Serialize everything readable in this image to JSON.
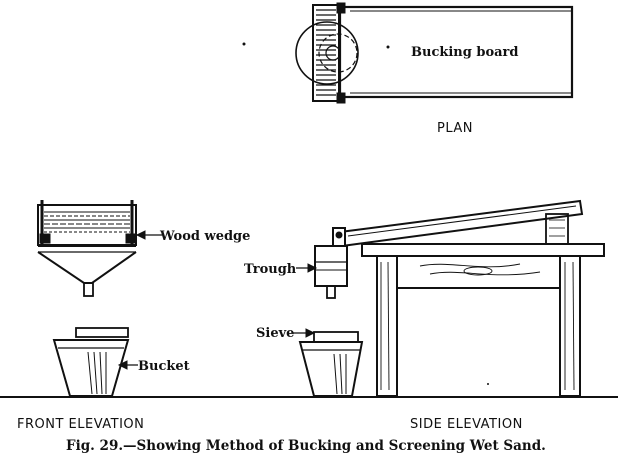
{
  "labels": {
    "bucking_board": "Bucking board",
    "plan": "PLAN",
    "wood_wedge": "Wood wedge",
    "trough": "Trough",
    "sieve": "Sieve",
    "bucket": "Bucket",
    "front_elevation": "FRONT ELEVATION",
    "side_elevation": "SIDE ELEVATION"
  },
  "caption": "Fig. 29.—Showing Method of Bucking and Screening Wet Sand."
}
